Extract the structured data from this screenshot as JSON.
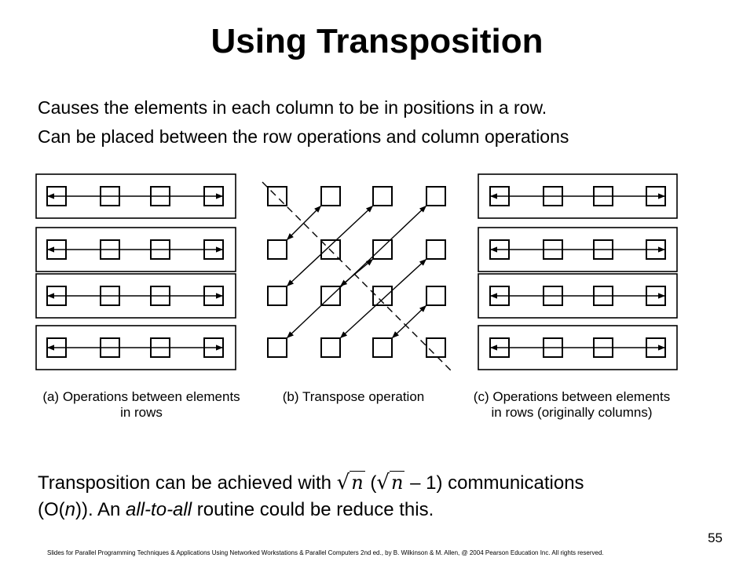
{
  "title": "Using Transposition",
  "lines": [
    "Causes the elements in each column to be in positions in a row.",
    "Can be placed between the row operations and column operations"
  ],
  "captions": {
    "a_line1": "(a) Operations between elements",
    "a_line2": "in rows",
    "b": "(b) Transpose operation",
    "c_line1": "(c) Operations between elements",
    "c_line2": "in rows (originally columns)"
  },
  "bottom": {
    "line1_start": "Transposition  can  be  achieved  with",
    "line1_n1": "n",
    "line1_paren_open": "(",
    "line1_n2": "n",
    "line1_minus_one": "–  1)",
    "line1_end": "communications",
    "line2_o": "(O(",
    "line2_n": "n",
    "line2_rest": ")). An ",
    "line2_italic": "all-to-all",
    "line2_end": " routine could be reduce this."
  },
  "page_number": "55",
  "footer": "Slides for Parallel Programming Techniques & Applications Using Networked Workstations & Parallel Computers 2nd ed., by B. Wilkinson & M. Allen, @ 2004 Pearson Education Inc. All rights reserved."
}
